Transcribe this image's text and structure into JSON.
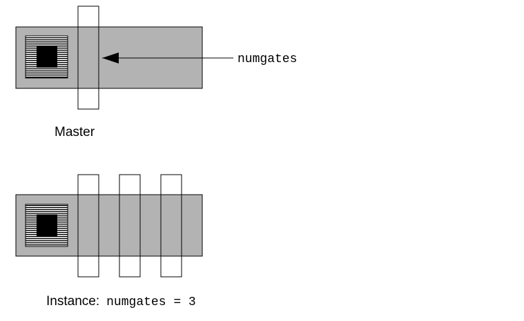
{
  "master": {
    "caption": "Master",
    "annotation": "numgates"
  },
  "instance": {
    "caption_prefix": "Instance:",
    "caption_param": "numgates = 3",
    "gate_count": 3
  },
  "colors": {
    "diffusion": "#b3b3b3",
    "contact": "#000000",
    "gate_fill": "#b3b3b3",
    "outline": "#000000"
  }
}
